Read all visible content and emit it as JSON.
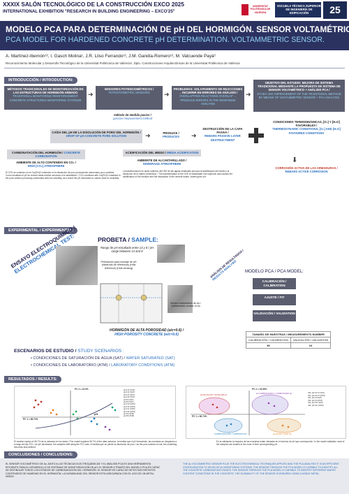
{
  "header": {
    "event_title": "XXXIX SALÓN TECNOLÓGICO DE LA CONSTRUCCIÓN EXCO 2025",
    "event_subtitle": "INTERNATIONAL EXHIBITION \"RESEARCH IN BUILDING ENGINEERING – EXCO'25\"",
    "logo_upv_text": "UNIVERSITAT POLITÈCNICA DE VALÈNCIA",
    "logo_faculty_text": "ESCUELA TÉCNICA SUPERIOR DE INGENIERÍA DE EDIFICACIÓN",
    "logo_number": "25"
  },
  "title": {
    "es": "MODELO PCA PARA DETERMINACIÓN DE pH DEL HORMIGÓN. SENSOR VOLTAMÉTRICO.",
    "en": "PCA MODEL FOR HARDENED CONCRETE pH DETERMINATION. VOLTAMMETRIC SENSOR."
  },
  "authors": "A. Martínez-Ibernón¹², I. Gasch Molina¹, J.R. Lliso Ferrando¹², J.M. Gandía-Romero¹², M. Valcuende Payá²",
  "affiliation": "Reconocimiento Molecular y Desarrollo Tecnológico de la Universitat Politècnica de València¹, Dpto. Construcciones Arquitectónicas de la Universitat Politècnica de València",
  "intro": {
    "section": "INTRODUCCIÓN / INTRODUCTION:",
    "box1_es": "MÉTODOS TRADICIONALES DE MONITORIZACIÓN EN LAS ESTRUCTURAS DE HORMIGÓN ARMADO",
    "box1_en": "TRADITIONAL MONITORING REINFORCEMENT CONCRETE STRUCTURES MONITORING SYSTEMS",
    "box2_es": "SENSORES POTENCIOMÉTRICOS /",
    "box2_en": "POTENTIOMETRIC SENSORS",
    "box3_es": "PROBLEMAS: SOLAPAMIENTO DE REACCIONES → INCURRIR EN ERRORES DE ANÁLISIS /",
    "box3_en": "OVERLAPPING REACTIONS OVERLAP → PRODUCE ERRORS IN THE RESPONSE ANALYSIS",
    "box4_es": "OBJETIVO DEL ESTUDIO: MEJORA DE SISTEMA TRADICIONAL MEDIANTE LA PROPUESTA DE SISTEMA DE SENSOR VOLTAMÉTRICO + ANÁLISIS PCA /",
    "box4_en": "STUDY AIM: IMPROVEMENT OF THE TRADITIONAL METHOD BY MEANS OF VOLTAMMETRIC SENSOR + PCA ANALYSIS",
    "passive_es": "método de medida pasivo /",
    "passive_en": "passive measurement method",
    "drop_es": "CAÍDA DEL pH DE LA DISOLUCIÓN DE PORO DEL HORMIGÓN /",
    "drop_en": "DROP OF pH CONCRETE PORE SOLUTION",
    "produce_es": "PRODUCE /",
    "produce_en": "PRODUCES",
    "destr_es": "DESTRUCCIÓN DE LA CAPA PASIVA /",
    "destr_en": "REBARS PASSIVE LAYER DESTRUCTMENT",
    "cond_es": "CONDICIONES TERMODINÁMICAS, [O₂] Y [H₂O] FAVORABLES /",
    "cond_en": "THERMODYNAMIC CONDITIONS, [O₂] AND [H₂O] FAVOURED CONDITIONS",
    "carb_es": "CARBONATACIÓN DEL HORMIGÓN /",
    "carb_en": "CONCRETE CARBONATION",
    "acid_es": "ACIDIFICACIÓN DEL MEDIO /",
    "acid_en": "MEDIA ACIDIFICATION",
    "amb_co2_es": "AMBIENTE DE ALTO CONTENIDO EN CO₂ /",
    "amb_co2_en": "HIGH [CO₂] ATMOSPHERE",
    "amb_sev_es": "AMBIENTE DE ALCANTARILLADO /",
    "amb_sev_en": "SEWERAGE ATMOSPHERE",
    "corr_es": "CORROSIÓN ACTIVA DE LAS ARMADURAS /",
    "corr_en": "REBARS ACTIVE CORROSION",
    "left_para": "El CO2 se combina con el Ca(OH)2 contenido en la disolución de poro produciendo carbonatos poco solubles. Como resultado el pH se reduce hasta niveles cercanos a la neutralidad. / CO2 combines with Ca(OH)2 contained in the pore solution producing carbonates with low solubility; as a result the pH decreases to values close to neutrality.",
    "right_para": "La transformación en ácido sulfúrico del H2S de las aguas residuales provoca la acidificación del medio y la disolución de la matriz cementicia. / The transformation of the H2S of wastewater into sulphuric acid causes the acidification of the medium and the dissolution of the cement matrix, lowering the pH."
  },
  "experimental": {
    "section": "EXPERIMENTAL / EXPERIMENTAL:",
    "side_label_es": "ENSAYO ELECTROQUÍMICO /",
    "side_label_en": "ELECTROCHEMICAL TEST:",
    "probeta_es": "PROBETA /",
    "probeta_en": "SAMPLE:",
    "range_es": "Rango de pH estudiado entre 13 y 8 / pH range between 13 and 8",
    "pattern_es": "Perforación para montaje de pH (electrodo de referencia) (Hole reference) (Hole sensing)",
    "analysis_es": "ANÁLISIS DE RESULTADOS /",
    "analysis_en": "RESULTS ANALYSIS",
    "sensor_label": "Sensor voltamétrico de Au / Voltammetric sensor of Au",
    "concrete_es": "HORMIGÓN DE ALTA POROSIDAD (a/c=0.6) /",
    "concrete_en": "HIGH POROSITY CONCRETE (w/c=0.6)",
    "model_title": "MODELO PCA / PCA MODEL:",
    "model_steps": [
      "CALIBRACIÓN / CALIBRATION",
      "AJUSTE / FIT",
      "VALIDACIÓN / VALIDATION"
    ],
    "sizes_label": "TAMAÑO DE MUESTRAS / MEASUREMENTS NUMBER",
    "sizes_headers": [
      "CALIBRACIÓN / CALIBRATION",
      "VALIDACIÓN / VALIDATION"
    ],
    "sizes_values": [
      "45",
      "24"
    ],
    "scenarios_es": "ESCENARIOS DE ESTUDIO /",
    "scenarios_en": "STUDY SCENARIOS :",
    "scenario_1": "CONDICIONES DE SATURACIÓN DE AGUA (SAT) /",
    "scenario_1_en": "WATER SATURATED (SAT)",
    "scenario_2": "CONDICIONES DE LABORATORIO (ATM) /",
    "scenario_2_en": "LABORATORY CONDITIONS (ATM)"
  },
  "results": {
    "section": "RESULTADOS / RESULTS:",
    "left_chart": {
      "pc2_label": "PC 2 = 10.0%",
      "pc1_label": "PC 1 = 86.74%",
      "axis_label": "pH",
      "legend": [
        "pH=13 (SAT)",
        "pH=12 (SAT)",
        "pH=11 (SAT)",
        "pH=10 (SAT)",
        "pH=9 (SAT)",
        "pH=8 (SAT)",
        "pH=13 (ATM)",
        "pH=12 (ATM)",
        "pH=11 (ATM)",
        "pH=10 (ATM)",
        "pH=9 (ATM)",
        "pH=8 (ATM)"
      ]
    },
    "right_chart": {
      "pc2_label": "PC 2 = 23.59%",
      "pc1_label": "PC 1 = 60.74%",
      "cluster_labels": [
        "pH ALCALINO / ALKALINE pH",
        "pH CARBONATADO / CARBONATED pH",
        "CARBONATACIÓN / CARBONATION",
        "pH ÁCIDO / ACID pH"
      ],
      "legend": [
        "VAL pH=12.5 (SAT)",
        "VAL pH=12.5 (ATM)",
        "VAL pH=9 (SAT)",
        "VAL pH=9 (ATM)",
        "VAL pH=10 (SAT)",
        "VAL pH=10 (ATM)"
      ]
    },
    "note_left": "El modelo explica el 96.7% de la varianza en los datos / The model explains 96.7% of the data variance. A medida que el pH desciende, las muestras se desplazan a lo largo del eje PC1 / as pH decreases, the samples shift along the PC1 axis. A medida que se pierde la disolución de poro / as the pore solution is lost, the clustering becomes less defined.",
    "note_right": "En la validación la mayoría de las muestras están ubicadas en el entorno de pH que corresponde / In the model validation most of the samples are located in the zone of their corresponding pH."
  },
  "conclusions": {
    "section": "CONCLUSIONES / CONCLUSIONS:",
    "es": "EL SENSOR VOLTAMÉTRICO DE Au JUNTO A LAS TÉCNICAS ELECTROQUÍMICAS Y EL ANÁLISIS PCA ES UNA HERRAMIENTA EFICIENTE PARA EL DESARROLLO DE SISTEMAS DE MONITORIZACIÓN DE pH. EL SENSOR A TRAVÉS DEL MODELO PCA ES CAPAZ DE DISTINGUIR TODOS LOS ESTADOS DE CARBONATACIÓN DEL HORMIGÓN. EL SENSOR ES CAPAZ DE DETECTAR DISTINTOS CONTENIDOS DE HUMEDAD EN EL HORMIGÓN. LA DURABILIDAD DEL SENSOR ESTÁ ASEGURADA CON EL USO DE UN METAL NOBLE.",
    "en": "THE Au VOLTAMMETRIC SENSOR PLUS THE ELECTROCHEMICAL TECHNIQUES APPLIED AND THE PCA ANALYSIS IT IS AN EFFICIENT CONFIGURATION TO DEVELOP pH MONITORING SYSTEMS. THE SENSOR THROUGH THE PCA MODEL IS CAPABLE TO IDENTIFY ALL THE CONCRETE CARBONATION STAGES. THE SENSOR THROUGH THE PCA MODEL IS CAPABLE TO IDENTIFY DIFFERENT WATER CONTENT CONDITIONS IN THE CONCRETE. THE DURABILITY OF THE SENSOR IS ENSURED USING A NOBLE METAL."
  },
  "colors": {
    "navy": "#2c3260",
    "accent_blue": "#8fd0f2",
    "box_gray": "#5a5d6e",
    "alert_red": "#c0392b"
  }
}
